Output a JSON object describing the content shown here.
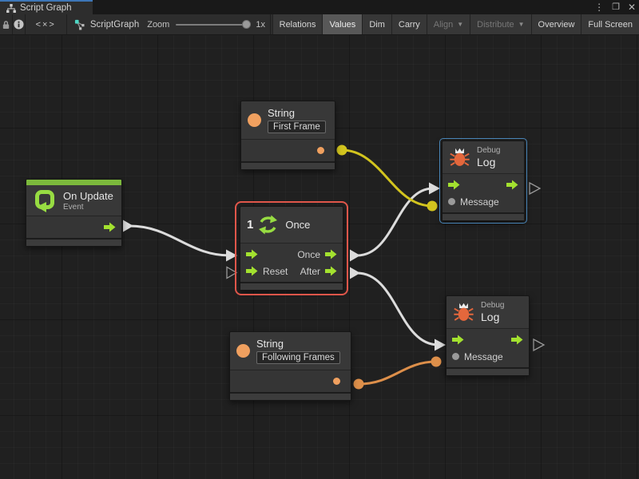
{
  "window": {
    "tab_title": "Script Graph",
    "controls": {
      "menu": "⋮",
      "maximize": "❐",
      "close": "✕"
    }
  },
  "toolbar": {
    "code_glyph": "<×>",
    "graph_label": "ScriptGraph",
    "zoom_label": "Zoom",
    "zoom_value": "1x",
    "buttons": [
      {
        "label": "Relations",
        "active": false,
        "disabled": false
      },
      {
        "label": "Values",
        "active": true,
        "disabled": false
      },
      {
        "label": "Dim",
        "active": false,
        "disabled": false
      },
      {
        "label": "Carry",
        "active": false,
        "disabled": false
      },
      {
        "label": "Align",
        "active": false,
        "disabled": true,
        "dropdown": true
      },
      {
        "label": "Distribute",
        "active": false,
        "disabled": true,
        "dropdown": true
      },
      {
        "label": "Overview",
        "active": false,
        "disabled": false
      },
      {
        "label": "Full Screen",
        "active": false,
        "disabled": false
      }
    ]
  },
  "icons": {
    "dropdown": "▼"
  },
  "nodes": {
    "string_first": {
      "title": "String",
      "value": "First Frame"
    },
    "on_update": {
      "title": "On Update",
      "subtitle": "Event"
    },
    "once": {
      "icon_digit": "1",
      "title": "Once",
      "ports": {
        "once": "Once",
        "reset": "Reset",
        "after": "After"
      }
    },
    "debug_log_1": {
      "subtitle": "Debug",
      "title": "Log",
      "message_label": "Message"
    },
    "debug_log_2": {
      "subtitle": "Debug",
      "title": "Log",
      "message_label": "Message"
    },
    "string_following": {
      "title": "String",
      "value": "Following Frames"
    }
  },
  "colors": {
    "accent_green": "#a3e12f",
    "event_strip_green": "#7cb93c",
    "string_orange": "#f0a05f",
    "bug_orange": "#e4673c",
    "wire_white": "#dcdcdc",
    "wire_yellow": "#d2c41e",
    "wire_orange": "#dd8f4a",
    "selection_red": "#e0564a",
    "highlight_blue": "#4a86b8",
    "focus_line_blue": "#3d76b7"
  }
}
